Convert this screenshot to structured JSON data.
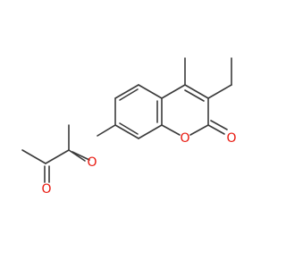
{
  "molecule": {
    "atoms": {
      "o_ether": "O",
      "o_ring": "O",
      "o_carbonyl": "O",
      "o_ketone": "O"
    },
    "colors": {
      "bond": "#3a3a3a",
      "oxygen": "#e8160c",
      "background": "#ffffff"
    }
  }
}
